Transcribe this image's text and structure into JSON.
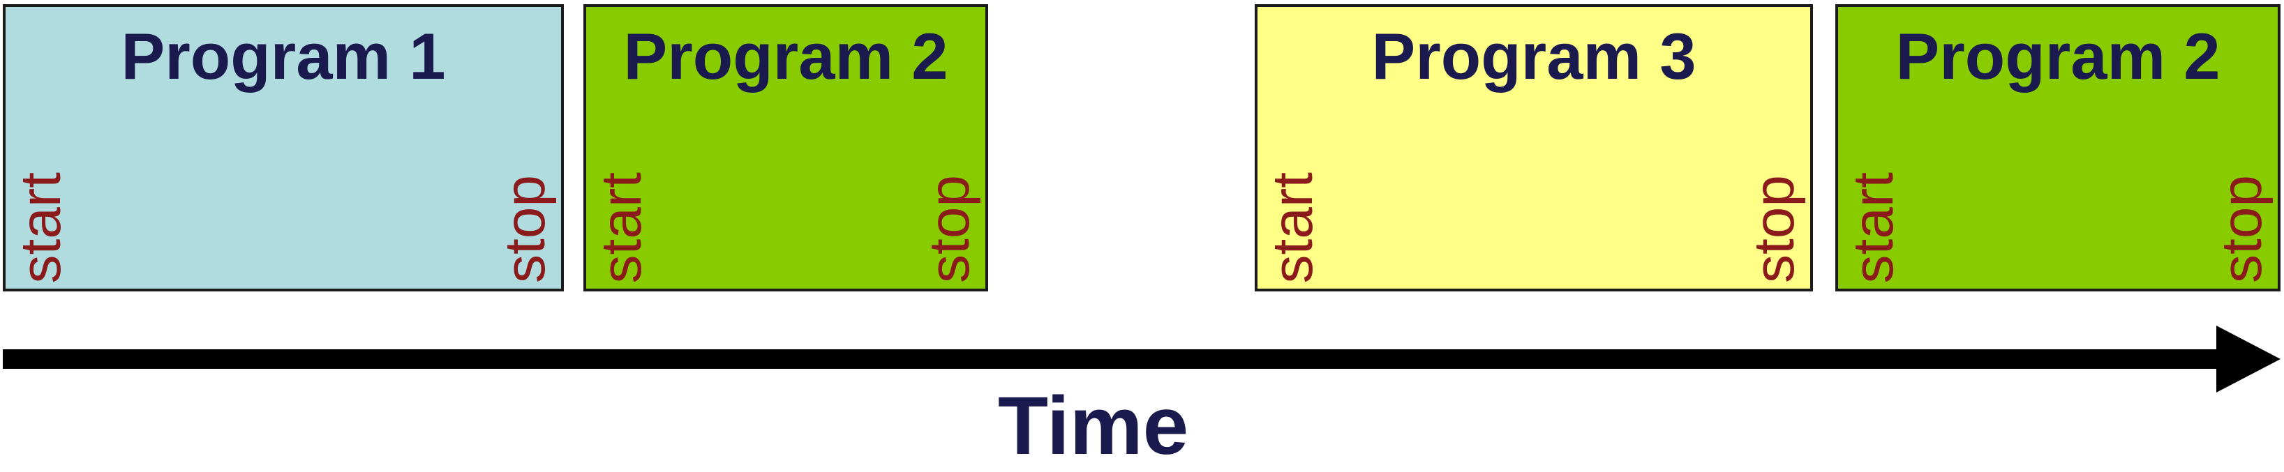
{
  "blocks": [
    {
      "title": "Program 1",
      "start_label": "start",
      "stop_label": "stop",
      "color": "#b0dce0"
    },
    {
      "title": "Program 2",
      "start_label": "start",
      "stop_label": "stop",
      "color": "#88cc00"
    },
    {
      "title": "Program 3",
      "start_label": "start",
      "stop_label": "stop",
      "color": "#ffff88"
    },
    {
      "title": "Program 2",
      "start_label": "start",
      "stop_label": "stop",
      "color": "#88cc00"
    }
  ],
  "axis": {
    "label": "Time",
    "color": "#000000"
  }
}
